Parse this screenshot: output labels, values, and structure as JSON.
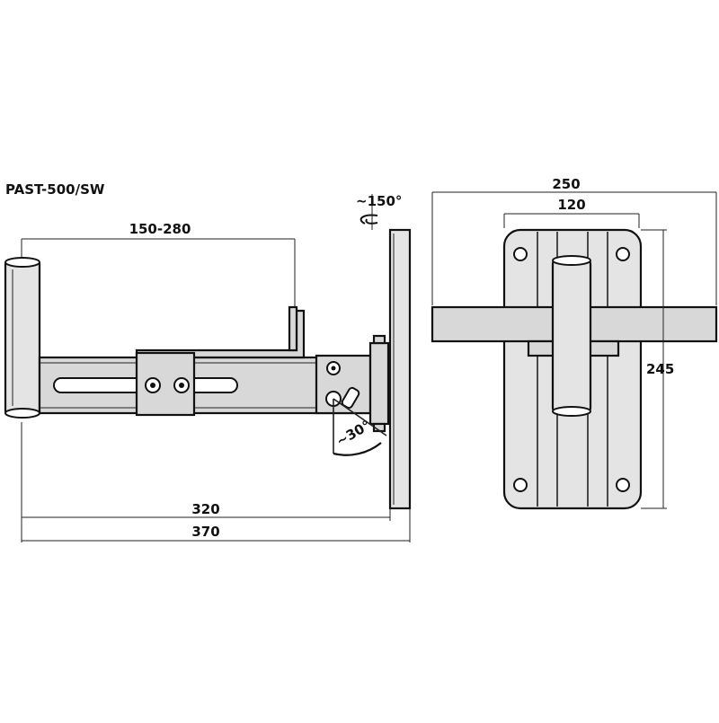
{
  "model": "PAST-500/SW",
  "side_view": {
    "dim_arm_range": "150-280",
    "dim_320": "320",
    "dim_370": "370",
    "angle_swivel": "~150°",
    "angle_tilt": "~30°"
  },
  "front_view": {
    "dim_250": "250",
    "dim_120": "120",
    "dim_245": "245"
  },
  "colors": {
    "line": "#111111",
    "fill": "#d8d8d8"
  }
}
